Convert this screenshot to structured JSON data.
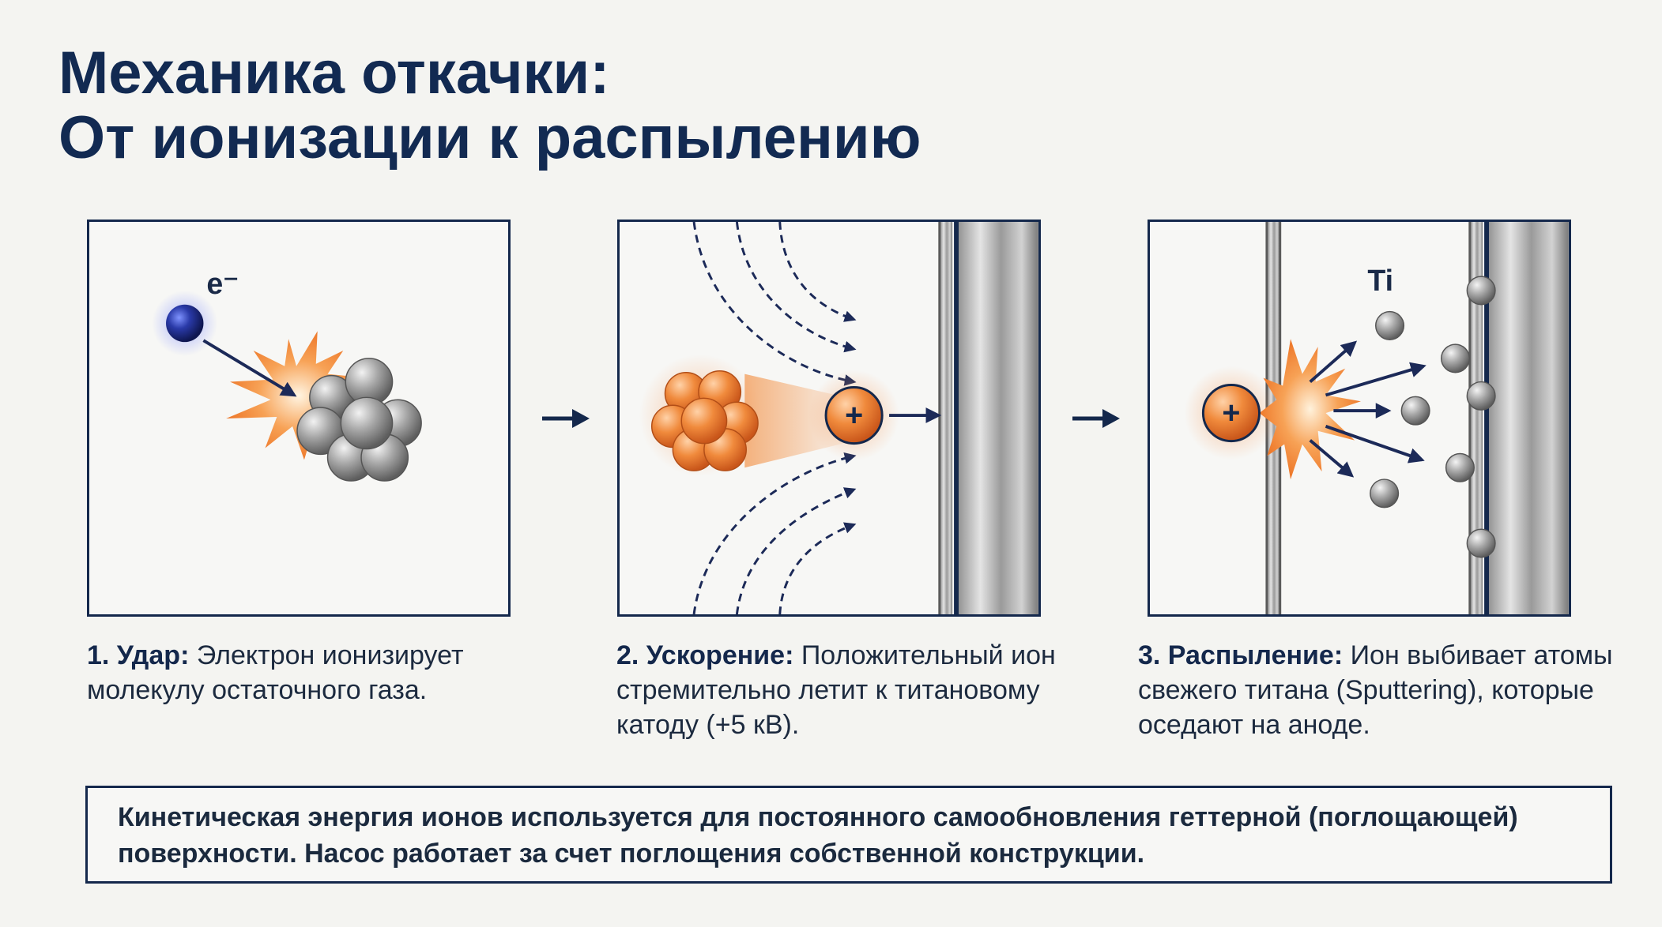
{
  "title": {
    "line1": "Механика откачки:",
    "line2": "От ионизации к распылению"
  },
  "panels": [
    {
      "label": "e⁻"
    },
    {
      "ion_symbol": "+"
    },
    {
      "ion_symbol": "+",
      "label": "Ti"
    }
  ],
  "steps": [
    {
      "heading": "1. Удар:",
      "text": " Электрон ионизирует молекулу остаточного газа."
    },
    {
      "heading": "2. Ускорение:",
      "text": " Положительный ион стремительно летит к титановому катоду (+5 кВ)."
    },
    {
      "heading": "3. Распыление:",
      "text": " Ион выбивает атомы свежего титана (Sputtering), которые оседают на аноде."
    }
  ],
  "summary": "Кинетическая энергия ионов используется для постоянного самообновления геттерной (поглощающей) поверхности. Насос работает за счет поглощения собственной конструкции.",
  "colors": {
    "navy": "#14284c",
    "ion_orange": "#ef7a2e",
    "electron_blue": "#1f2f8f",
    "gas_gray": "#8e8e8e",
    "metal_gray": "#b4b4b4"
  }
}
